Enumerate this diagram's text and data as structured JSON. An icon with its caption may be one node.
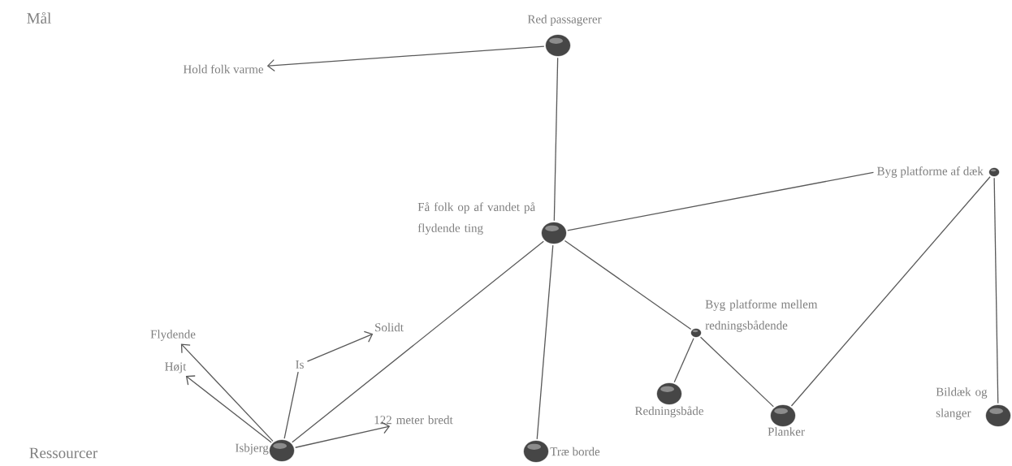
{
  "diagram": {
    "nodes": [
      {
        "text": [
          "Red passagerer"
        ]
      },
      {
        "text": [
          "Hold folk varme"
        ]
      },
      {
        "text": [
          "Få folk op af vandet på flydende ting"
        ]
      },
      {
        "text": [
          "Byg platforme af dæk"
        ]
      },
      {
        "text": [
          "Byg platforme mellem redningsbådende"
        ]
      },
      {
        "text": [
          "Flydende"
        ]
      },
      {
        "text": [
          "Højt"
        ]
      },
      {
        "text": [
          "Is"
        ]
      },
      {
        "text": [
          "Solidt"
        ]
      },
      {
        "text": [
          "122 meter bredt"
        ]
      },
      {
        "text": [
          "Isbjerg"
        ]
      },
      {
        "text": [
          "Træ borde"
        ]
      },
      {
        "text": [
          "Redningsbåde"
        ]
      },
      {
        "text": [
          "Planker"
        ]
      },
      {
        "text": [
          "Bildæk og slanger"
        ]
      }
    ],
    "edges": [
      {
        "from": 0,
        "to": 1,
        "arrow": "to"
      },
      {
        "from": 0,
        "to": 2,
        "arrow": "none"
      },
      {
        "from": 2,
        "to": 3,
        "arrow": "none"
      },
      {
        "from": 2,
        "to": 10,
        "arrow": "none"
      },
      {
        "from": 2,
        "to": 11,
        "arrow": "none"
      },
      {
        "from": 2,
        "to": 4,
        "arrow": "none"
      },
      {
        "from": 4,
        "to": 13,
        "arrow": "none"
      },
      {
        "from": 4,
        "to": 12,
        "arrow": "none"
      },
      {
        "from": 3,
        "to": 13,
        "arrow": "none"
      },
      {
        "from": 3,
        "to": 14,
        "arrow": "none"
      },
      {
        "from": 10,
        "to": 5,
        "arrow": "to"
      },
      {
        "from": 10,
        "to": 6,
        "arrow": "to"
      },
      {
        "from": 10,
        "to": 7,
        "arrow": "none"
      },
      {
        "from": 7,
        "to": 8,
        "arrow": "to"
      },
      {
        "from": 10,
        "to": 9,
        "arrow": "to"
      }
    ],
    "labels": [
      "Mål",
      "Ressourcer"
    ]
  }
}
